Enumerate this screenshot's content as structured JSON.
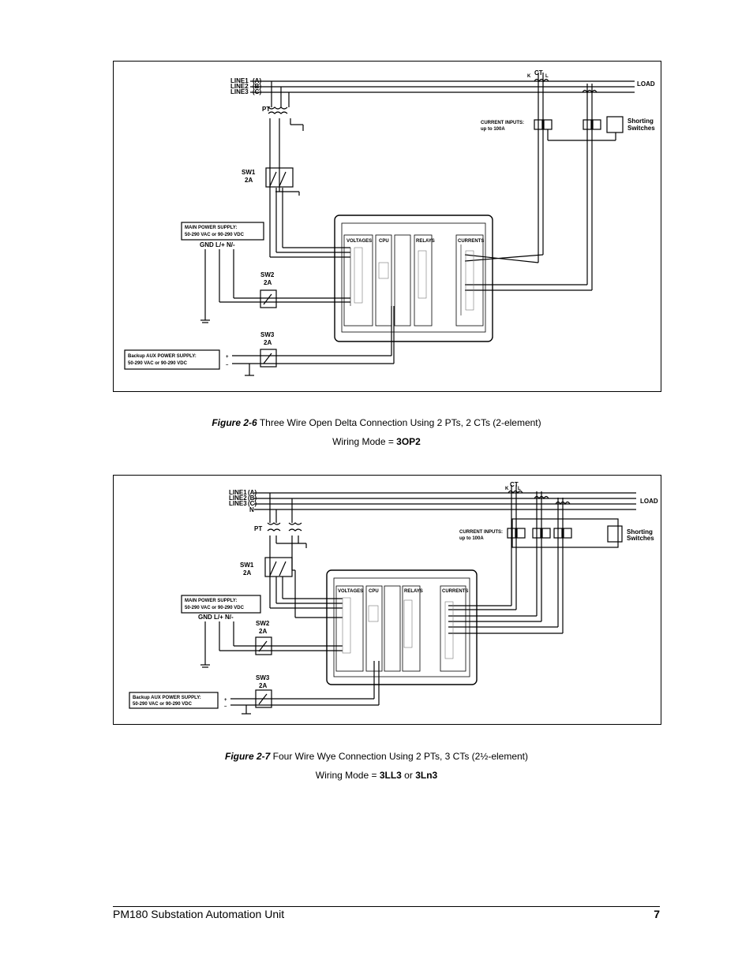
{
  "figure1": {
    "lines": [
      "LINE1",
      "LINE2",
      "LINE3"
    ],
    "phases": [
      "(A)",
      "(B)",
      "(C)"
    ],
    "load": "LOAD",
    "ct": "CT",
    "ct_k": "K",
    "ct_l": "L",
    "pt": "PT",
    "sw1": "SW1",
    "sw1_rating": "2A",
    "sw2": "SW2",
    "sw2_rating": "2A",
    "sw3": "SW3",
    "sw3_rating": "2A",
    "current_inputs": "CURRENT INPUTS:",
    "current_inputs_range": "up to 100A",
    "shorting": "Shorting",
    "switches": "Switches",
    "main_supply": "MAIN POWER SUPPLY:",
    "main_supply_range": "50-290 VAC or 90-290 VDC",
    "terminals": "GND  L/+   N/-",
    "backup_supply": "Backup AUX POWER SUPPLY:",
    "backup_supply_range": "50-290 VAC or 90-290 VDC",
    "module_voltages": "VOLTAGES",
    "module_cpu": "CPU",
    "module_relays": "RELAYS",
    "module_currents": "CURRENTS",
    "plus": "+",
    "minus": "–"
  },
  "caption1": {
    "figure_number": "Figure 2-6",
    "title": " Three Wire Open Delta Connection Using 2 PTs, 2 CTs (2-element)",
    "mode_prefix": "Wiring Mode = ",
    "mode_value": "3OP2"
  },
  "figure2": {
    "lines": [
      "LINE1",
      "LINE2",
      "LINE3"
    ],
    "phases": [
      "(A)",
      "(B)",
      "(C)"
    ],
    "neutral": "N",
    "load": "LOAD",
    "ct": "CT",
    "ct_k": "K",
    "ct_l": "L",
    "pt": "PT",
    "sw1": "SW1",
    "sw1_rating": "2A",
    "sw2": "SW2",
    "sw2_rating": "2A",
    "sw3": "SW3",
    "sw3_rating": "2A",
    "current_inputs": "CURRENT INPUTS:",
    "current_inputs_range": "up to 100A",
    "shorting": "Shorting",
    "switches": "Switches",
    "main_supply": "MAIN POWER SUPPLY:",
    "main_supply_range": "50-290 VAC or 90-290 VDC",
    "terminals": "GND  L/+   N/-",
    "backup_supply": "Backup AUX POWER SUPPLY:",
    "backup_supply_range": "50-290 VAC or 90-290 VDC",
    "module_voltages": "VOLTAGES",
    "module_cpu": "CPU",
    "module_relays": "RELAYS",
    "module_currents": "CURRENTS",
    "plus": "+",
    "minus": "–"
  },
  "caption2": {
    "figure_number": "Figure 2-7",
    "title": " Four Wire Wye Connection Using 2 PTs, 3 CTs (2½-element)",
    "mode_prefix": "Wiring Mode = ",
    "mode_value_1": "3LL3",
    "mode_or": " or ",
    "mode_value_2": "3Ln3"
  },
  "footer": {
    "title": "PM180 Substation Automation Unit",
    "page": "7"
  }
}
